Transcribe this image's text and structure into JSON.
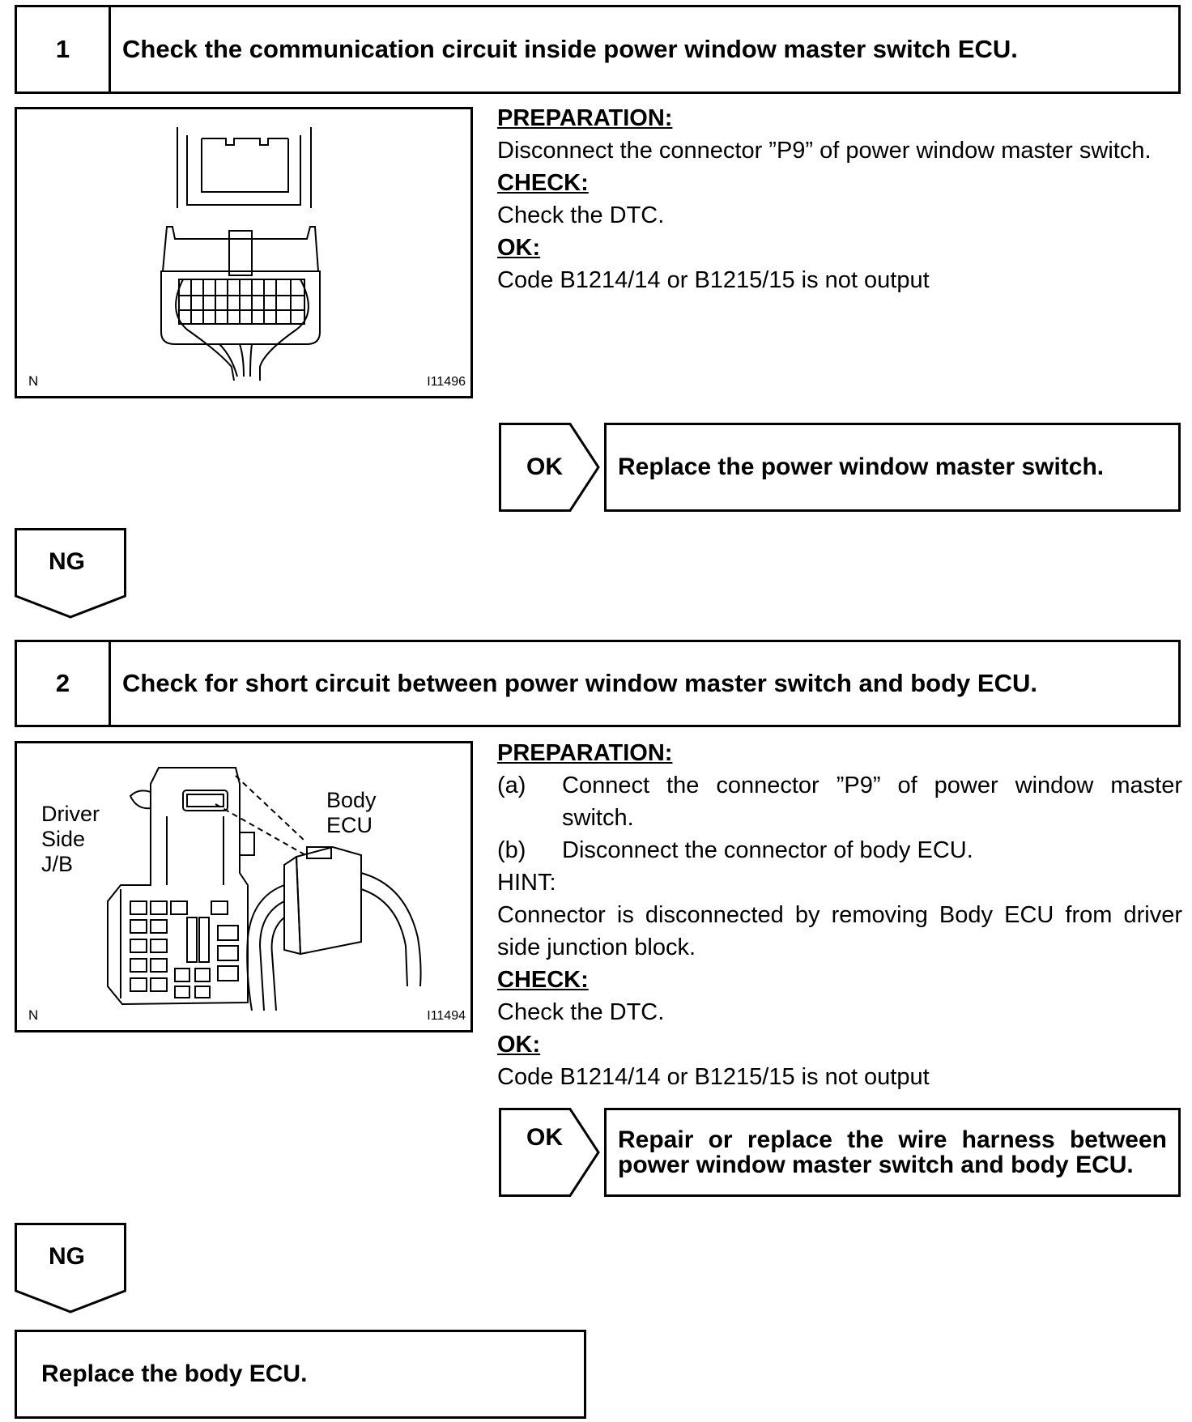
{
  "step1": {
    "number": "1",
    "title": "Check the communication circuit inside power window master switch ECU.",
    "figure": {
      "corner_letter": "N",
      "figure_id": "I11496"
    },
    "preparation_heading": "PREPARATION:",
    "preparation_text": "Disconnect the connector ”P9” of power window master switch.",
    "check_heading": "CHECK:",
    "check_text": "Check the DTC.",
    "ok_heading": "OK:",
    "ok_text": "Code B1214/14 or B1215/15 is not output",
    "ok_arrow_label": "OK",
    "ok_result": "Replace the power window master switch.",
    "ng_arrow_label": "NG"
  },
  "step2": {
    "number": "2",
    "title": "Check for short circuit between power window master switch and body ECU.",
    "figure": {
      "corner_letter": "N",
      "figure_id": "I11494",
      "label_left": [
        "Driver",
        "Side",
        "J/B"
      ],
      "label_right": [
        "Body",
        "ECU"
      ]
    },
    "preparation_heading": "PREPARATION:",
    "items": [
      {
        "mark": "(a)",
        "text": "Connect the connector ”P9” of power window master switch."
      },
      {
        "mark": "(b)",
        "text": "Disconnect the connector of body ECU."
      }
    ],
    "hint_heading": "HINT:",
    "hint_text": "Connector is disconnected by removing Body ECU from driver side junction block.",
    "check_heading": "CHECK:",
    "check_text": "Check the DTC.",
    "ok_heading": "OK:",
    "ok_text": "Code B1214/14 or B1215/15 is not output",
    "ok_arrow_label": "OK",
    "ok_result": "Repair or replace the wire harness between power window master switch and body ECU.",
    "ng_arrow_label": "NG"
  },
  "final": {
    "result": "Replace the body ECU."
  }
}
